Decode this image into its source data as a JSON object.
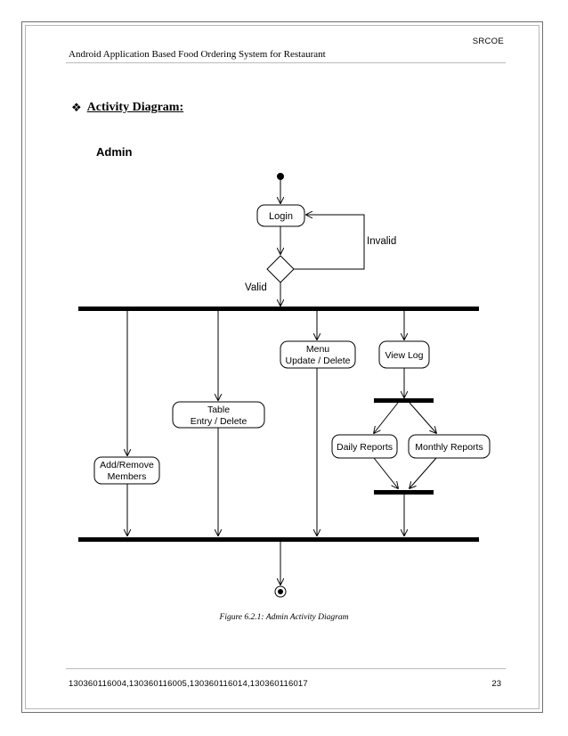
{
  "header": {
    "org": "SRCOE",
    "project_title": "Android  Application  Based Food Ordering System for Restaurant"
  },
  "section": {
    "bullet_icon": "diamond-bullet-icon",
    "title": "Activity Diagram:"
  },
  "diagram": {
    "swimlane_label": "Admin",
    "nodes": {
      "login": "Login",
      "menu_line1": "Menu",
      "menu_line2": "Update / Delete",
      "table_line1": "Table",
      "table_line2": "Entry / Delete",
      "members_line1": "Add/Remove",
      "members_line2": "Members",
      "view_log": "View Log",
      "daily_reports": "Daily Reports",
      "monthly_reports": "Monthly Reports"
    },
    "guards": {
      "invalid": "Invalid",
      "valid": "Valid"
    }
  },
  "caption": "Figure 6.2.1: Admin Activity Diagram",
  "footer": {
    "ids": "130360116004,130360116005,130360116014,130360116017",
    "page_number": "23"
  }
}
